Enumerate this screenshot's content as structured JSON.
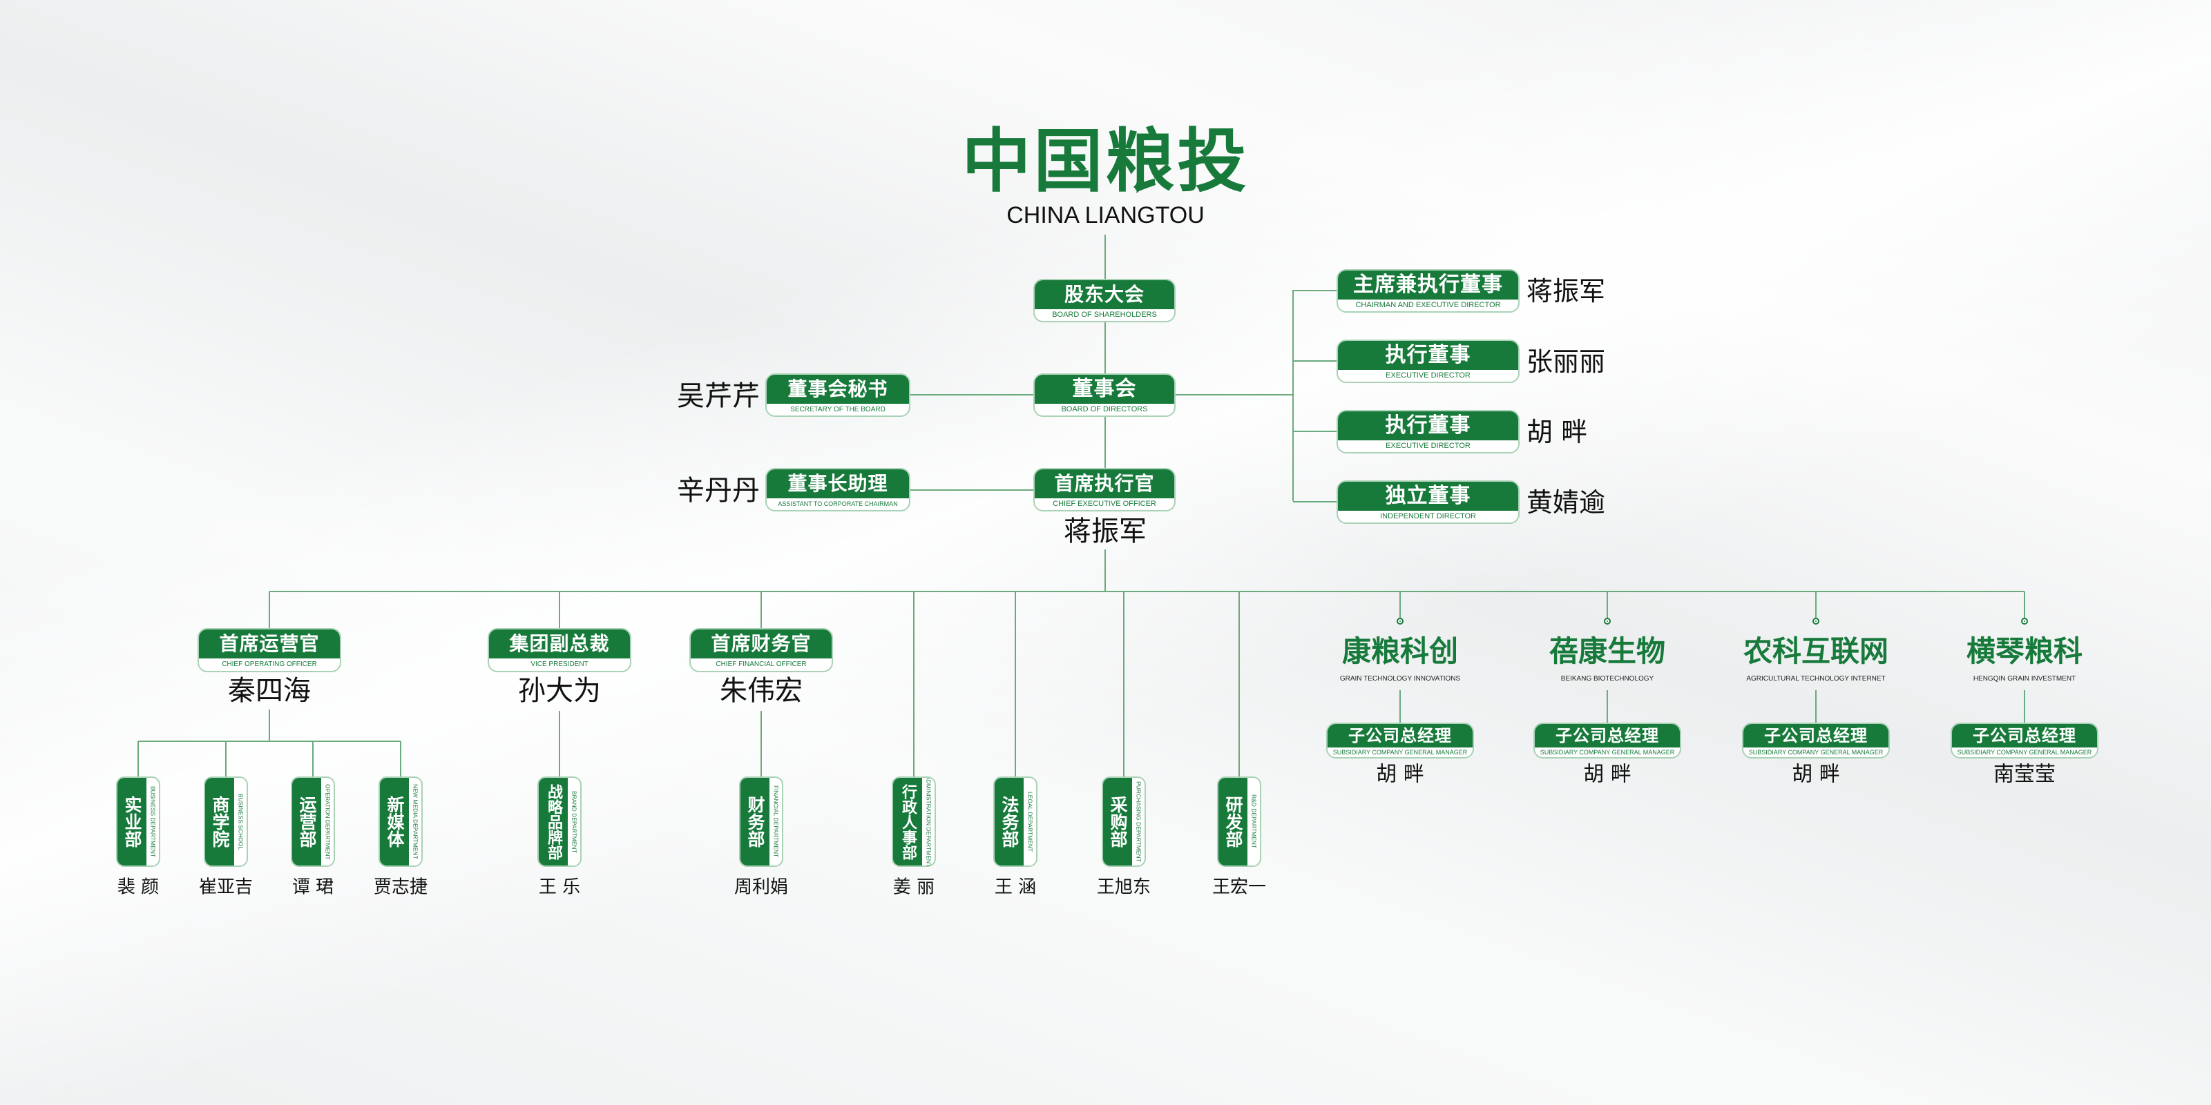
{
  "brand": {
    "title": "中国粮投",
    "subtitle": "CHINA LIANGTOU"
  },
  "colors": {
    "primary": "#177a3b",
    "line": "#6aaa7e",
    "text": "#111111",
    "background": "#f3f4f5"
  },
  "top": [
    {
      "cn": "股东大会",
      "en": "BOARD OF SHAREHOLDERS"
    },
    {
      "cn": "董事会",
      "en": "BOARD OF DIRECTORS"
    },
    {
      "cn": "首席执行官",
      "en": "CHIEF EXECUTIVE OFFICER",
      "person": "蒋振军"
    }
  ],
  "left": [
    {
      "cn": "董事会秘书",
      "en": "SECRETARY OF THE BOARD",
      "person": "吴芹芹"
    },
    {
      "cn": "董事长助理",
      "en": "ASSISTANT TO CORPORATE CHAIRMAN",
      "person": "辛丹丹"
    }
  ],
  "directors": [
    {
      "cn": "主席兼执行董事",
      "en": "CHAIRMAN AND EXECUTIVE DIRECTOR",
      "person": "蒋振军"
    },
    {
      "cn": "执行董事",
      "en": "EXECUTIVE DIRECTOR",
      "person": "张丽丽"
    },
    {
      "cn": "执行董事",
      "en": "EXECUTIVE DIRECTOR",
      "person": "胡 畔"
    },
    {
      "cn": "独立董事",
      "en": "INDEPENDENT DIRECTOR",
      "person": "黄婧逾"
    }
  ],
  "executives": [
    {
      "cn": "首席运营官",
      "en": "CHIEF OPERATING OFFICER",
      "person": "秦四海"
    },
    {
      "cn": "集团副总裁",
      "en": "VICE PRESIDENT",
      "person": "孙大为"
    },
    {
      "cn": "首席财务官",
      "en": "CHIEF FINANCIAL OFFICER",
      "person": "朱伟宏"
    }
  ],
  "departments": [
    {
      "cn": "实业部",
      "en": "BUSINESS DEPARTMENT",
      "person": "裴 颜"
    },
    {
      "cn": "商学院",
      "en": "BUSINESS SCHOOL",
      "person": "崔亚吉"
    },
    {
      "cn": "运营部",
      "en": "OPERATION DEPARTMENT",
      "person": "谭 珺"
    },
    {
      "cn": "新媒体",
      "en": "NEW MEDIA DEPARTMENT",
      "person": "贾志捷"
    },
    {
      "cn": "战略品牌部",
      "en": "BRAND DEPARTMENT",
      "person": "王 乐"
    },
    {
      "cn": "财务部",
      "en": "FINANCIAL DEPARTMENT",
      "person": "周利娟"
    },
    {
      "cn": "行政人事部",
      "en": "ADMINISTRATION DEPARTMENT",
      "person": "姜 丽"
    },
    {
      "cn": "法务部",
      "en": "LEGAL DEPARTMENT",
      "person": "王 涵"
    },
    {
      "cn": "采购部",
      "en": "PURCHASING DEPARTMENT",
      "person": "王旭东"
    },
    {
      "cn": "研发部",
      "en": "R&D DEPARTMENT",
      "person": "王宏一"
    }
  ],
  "subsidiaries": [
    {
      "name": "康粮科创",
      "en": "GRAIN TECHNOLOGY INNOVATIONS",
      "role_cn": "子公司总经理",
      "role_en": "SUBSIDIARY COMPANY GENERAL MANAGER",
      "person": "胡 畔"
    },
    {
      "name": "蓓康生物",
      "en": "BEIKANG BIOTECHNOLOGY",
      "role_cn": "子公司总经理",
      "role_en": "SUBSIDIARY COMPANY GENERAL MANAGER",
      "person": "胡 畔"
    },
    {
      "name": "农科互联网",
      "en": "AGRICULTURAL TECHNOLOGY INTERNET",
      "role_cn": "子公司总经理",
      "role_en": "SUBSIDIARY COMPANY GENERAL MANAGER",
      "person": "胡 畔"
    },
    {
      "name": "横琴粮科",
      "en": "HENGQIN GRAIN INVESTMENT",
      "role_cn": "子公司总经理",
      "role_en": "SUBSIDIARY COMPANY GENERAL MANAGER",
      "person": "南莹莹"
    }
  ]
}
